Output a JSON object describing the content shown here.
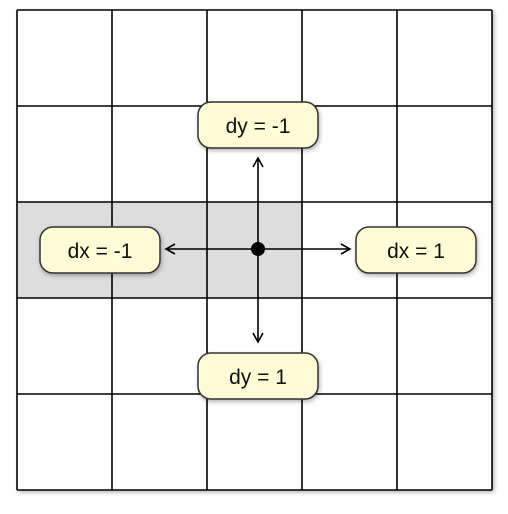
{
  "grid": {
    "rows": 5,
    "cols": 5,
    "highlighted_cells": [
      {
        "row": 2,
        "col": 0
      },
      {
        "row": 2,
        "col": 1
      },
      {
        "row": 2,
        "col": 2
      }
    ]
  },
  "colors": {
    "grid_line": "#000000",
    "cell_fill": "#ffffff",
    "highlight_fill": "#dddddd",
    "label_fill": "#fffbd6",
    "label_stroke": "#333333",
    "arrow": "#000000",
    "dot": "#000000"
  },
  "labels": {
    "up": "dy = -1",
    "down": "dy = 1",
    "left": "dx = -1",
    "right": "dx = 1"
  }
}
